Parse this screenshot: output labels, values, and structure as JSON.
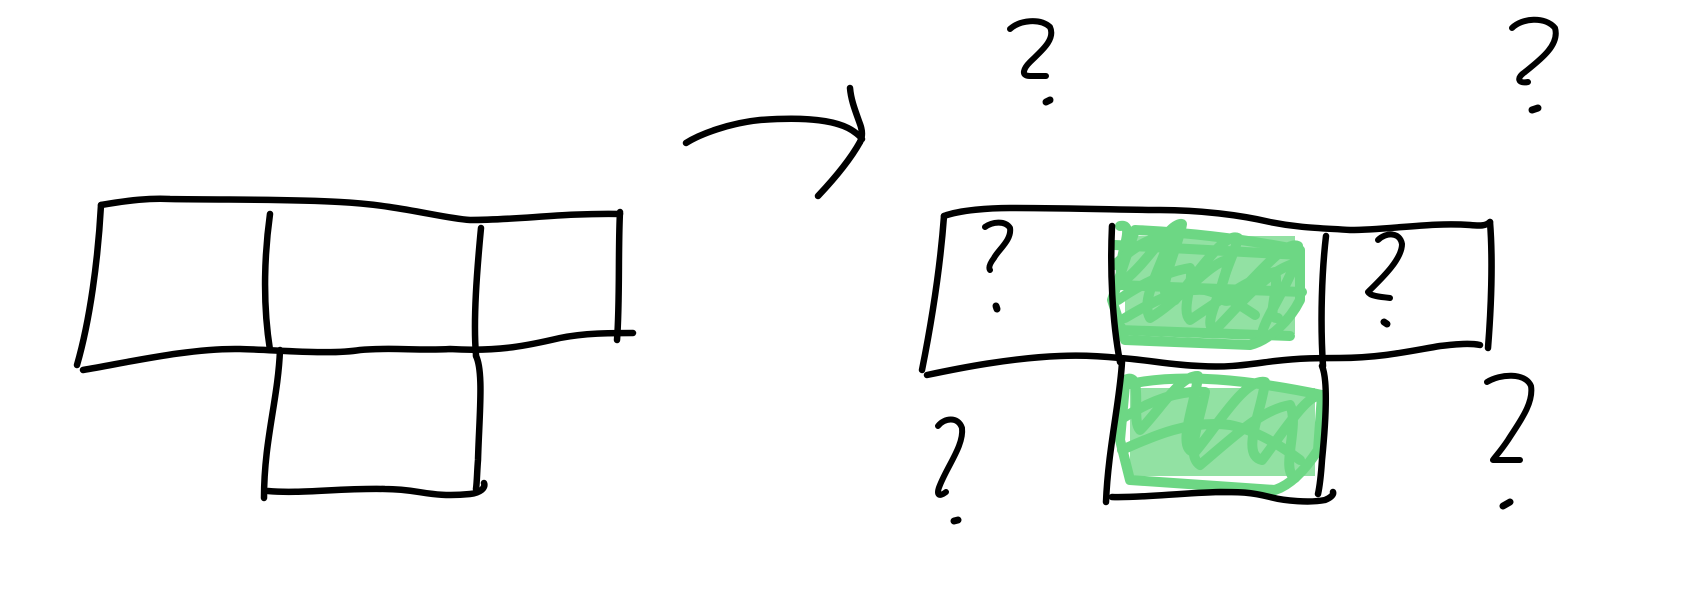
{
  "diagram": {
    "highlight_color": "#6dd784",
    "ink_color": "#000000",
    "source_shape": {
      "top_row_cells": 3,
      "bottom_row_cells": 1
    },
    "target_shape": {
      "top_row_cells": 3,
      "bottom_row_cells": 1,
      "filled_cells": [
        "top-middle",
        "bottom"
      ],
      "question_cells": [
        "top-left",
        "top-right"
      ]
    },
    "marks": {
      "question_mark": "?",
      "arrow": "curved-arrow-icon"
    }
  }
}
